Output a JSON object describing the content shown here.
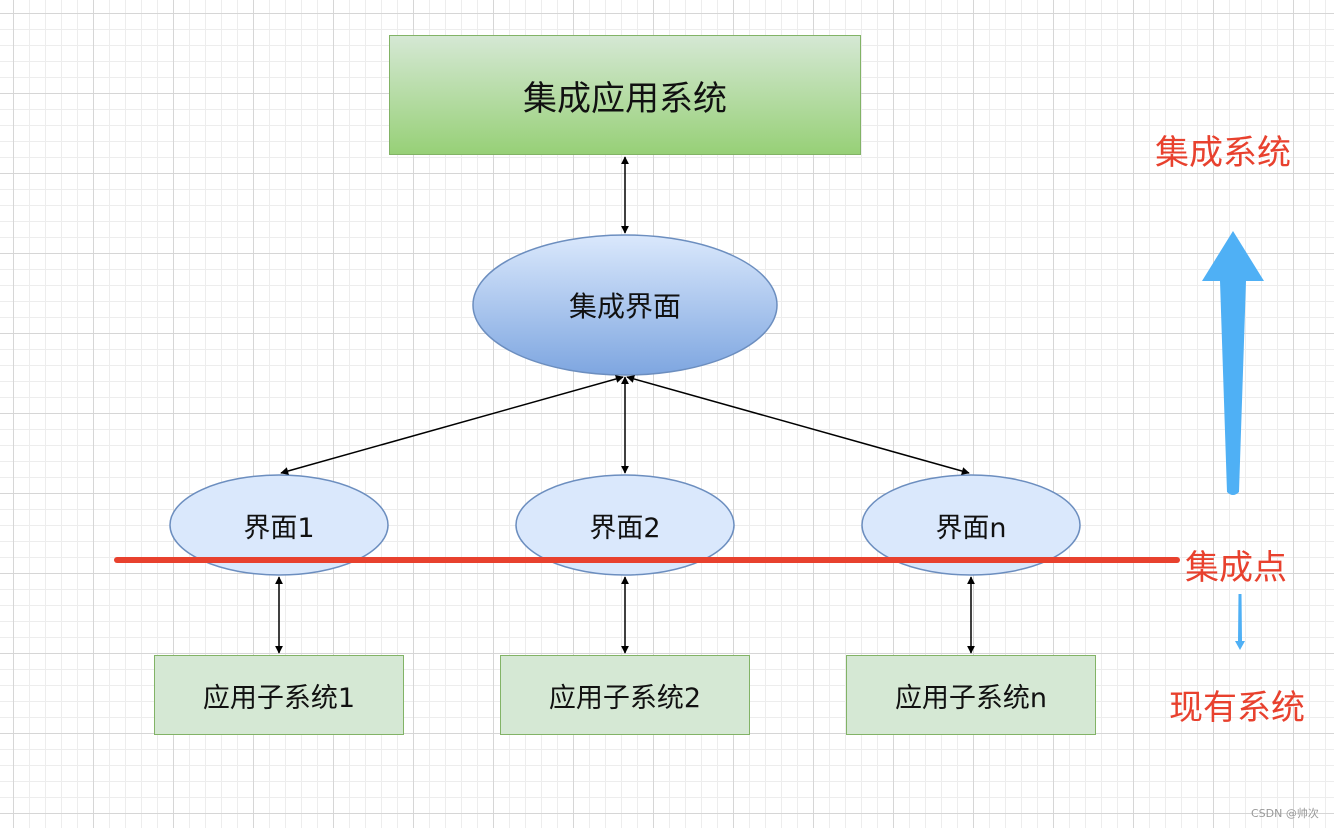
{
  "diagram": {
    "top_box": "集成应用系统",
    "center_ellipse": "集成界面",
    "interfaces": [
      "界面1",
      "界面2",
      "界面n"
    ],
    "subsystems": [
      "应用子系统1",
      "应用子系统2",
      "应用子系统n"
    ]
  },
  "side_labels": {
    "integration_system": "集成系统",
    "integration_point": "集成点",
    "existing_system": "现有系统"
  },
  "colors": {
    "green_fill": "#d5e8d4",
    "green_border": "#82b366",
    "blue_fill": "#dae8fc",
    "blue_border": "#6c8ebf",
    "red_line": "#e8412e",
    "arrow_blue": "#4fb0f5"
  },
  "watermark": "CSDN @帅次"
}
